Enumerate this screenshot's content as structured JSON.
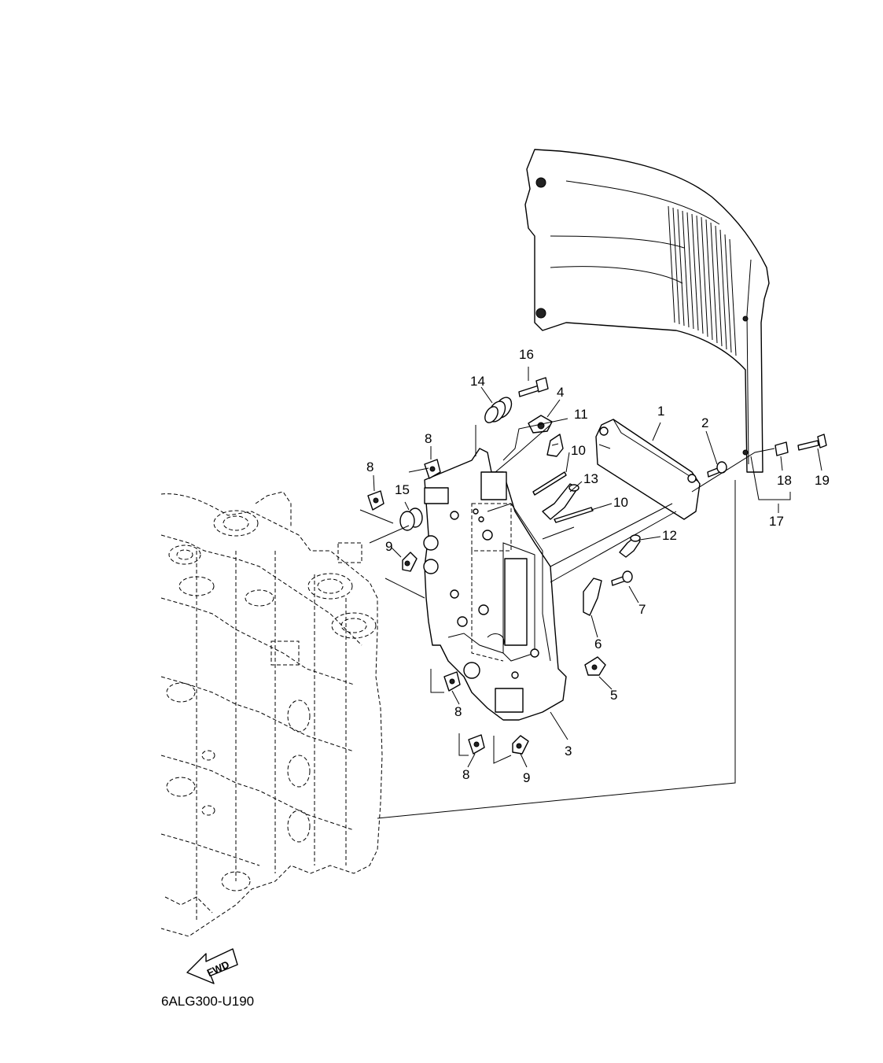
{
  "diagram_code": "6ALG300-U190",
  "direction_label": "FWD",
  "callouts": {
    "c1": "1",
    "c2": "2",
    "c3": "3",
    "c4": "4",
    "c5": "5",
    "c6": "6",
    "c7": "7",
    "c8a": "8",
    "c8b": "8",
    "c8c": "8",
    "c8d": "8",
    "c9a": "9",
    "c9b": "9",
    "c10a": "10",
    "c10b": "10",
    "c11": "11",
    "c12": "12",
    "c13": "13",
    "c14": "14",
    "c15": "15",
    "c16": "16",
    "c17": "17",
    "c18": "18",
    "c19": "19"
  },
  "colors": {
    "line": "#000000",
    "background": "#ffffff"
  }
}
